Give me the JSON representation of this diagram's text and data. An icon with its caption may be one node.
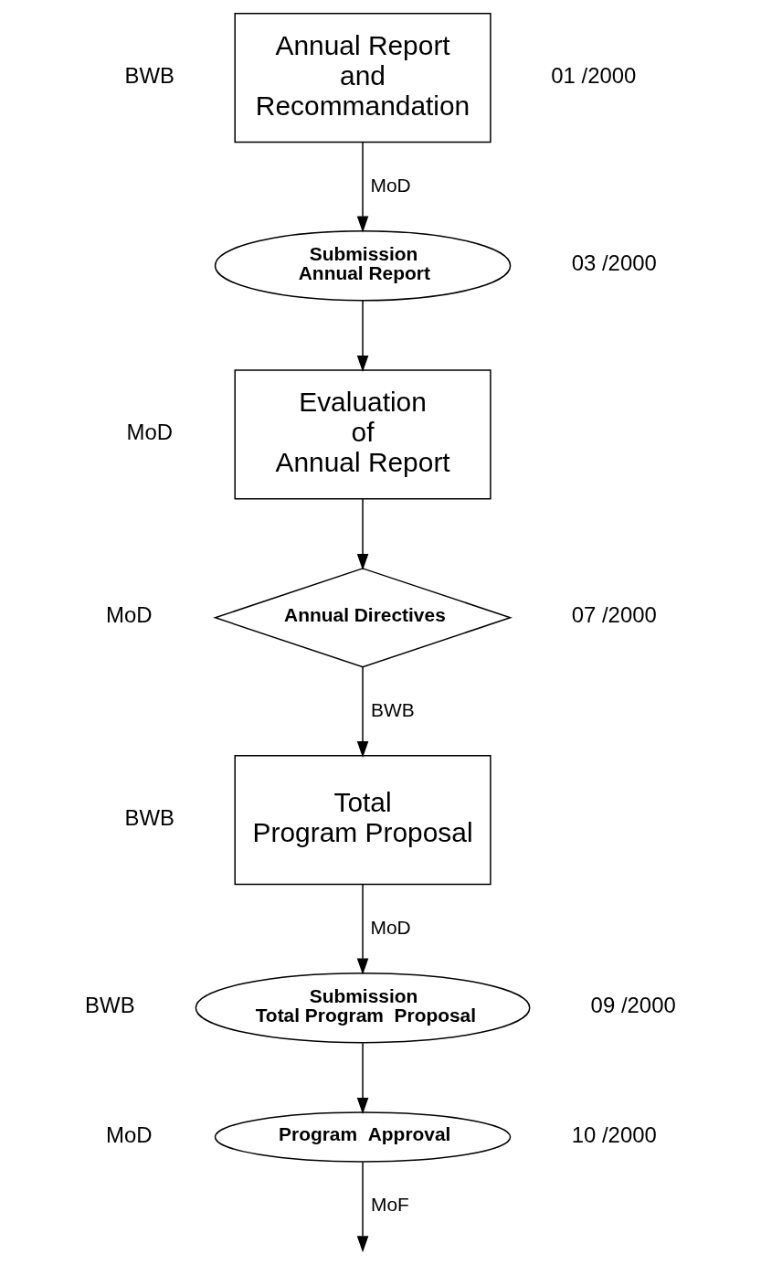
{
  "diagram": {
    "nodes": [
      {
        "text": [
          "Annual Report and Recommandation"
        ],
        "beside": [
          "BWB",
          "01 /2000"
        ]
      },
      {
        "text": [
          "Submission Annual Report"
        ],
        "beside": [
          "03 /2000"
        ]
      },
      {
        "text": [
          "Evaluation of Annual Report"
        ],
        "beside": [
          "MoD"
        ]
      },
      {
        "text": [
          "Annual Directives"
        ],
        "beside": [
          "MoD",
          "07 /2000"
        ]
      },
      {
        "text": [
          "Total Program Proposal"
        ],
        "beside": [
          "BWB"
        ]
      },
      {
        "text": [
          "Submission Total Program  Proposal"
        ],
        "beside": [
          "BWB",
          "09 /2000"
        ]
      },
      {
        "text": [
          "Program  Approval"
        ],
        "beside": [
          "MoD",
          "10 /2000"
        ]
      }
    ],
    "edges": [
      {
        "from": 0,
        "to": 1,
        "arrow": "to",
        "label": "MoD"
      },
      {
        "from": 1,
        "to": 2,
        "arrow": "to"
      },
      {
        "from": 2,
        "to": 3,
        "arrow": "to"
      },
      {
        "from": 3,
        "to": 4,
        "arrow": "to",
        "label": "BWB"
      },
      {
        "from": 4,
        "to": 5,
        "arrow": "to",
        "label": "MoD"
      },
      {
        "from": 5,
        "to": 6,
        "arrow": "to"
      },
      {
        "from": 6,
        "to": null,
        "arrow": "to",
        "label": "MoF"
      }
    ]
  }
}
